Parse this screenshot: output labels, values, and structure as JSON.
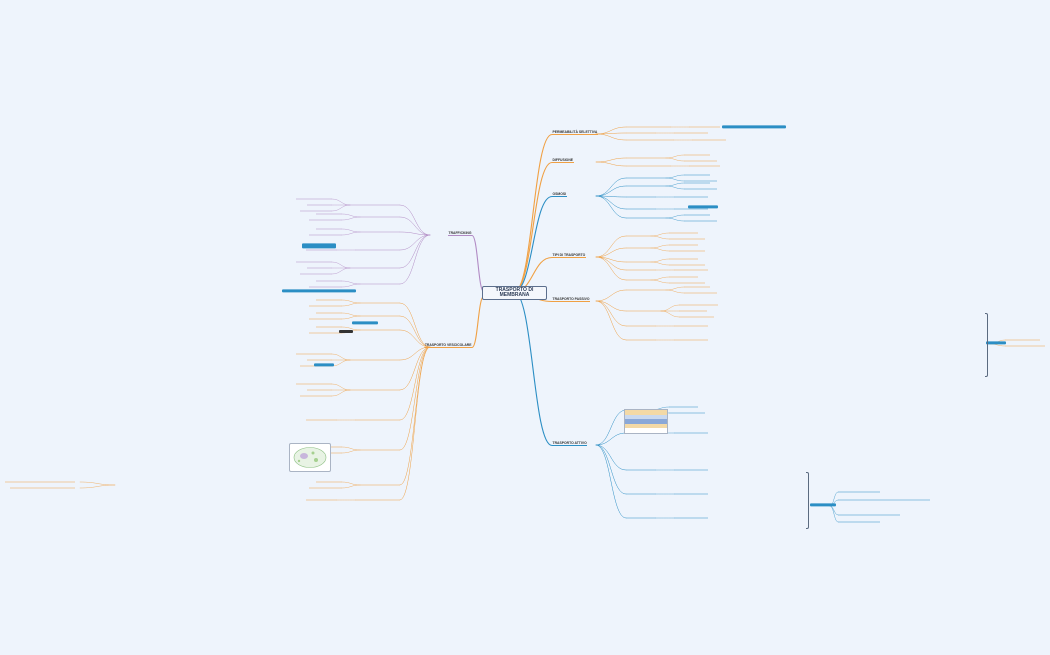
{
  "root": {
    "title": "TRASPORTO DI\nMEMBRANA"
  },
  "colors": {
    "orange": "#f0a043",
    "blue": "#2b8ec4",
    "purple": "#b18ac4",
    "badge_blue": "#2b8ec4",
    "root_border": "#5c6f8d",
    "background": "#eef4fc"
  },
  "branches": {
    "permeabilita": {
      "title": "PERMEABILITÀ SELETTIVA"
    },
    "diffusione": {
      "title": "DIFFUSIONE"
    },
    "osmosi": {
      "title": "OSMOSI"
    },
    "tipi_trasporto": {
      "title": "TIPI DI TRASPORTO"
    },
    "passivo": {
      "title": "TRASPORTO PASSIVO"
    },
    "attivo": {
      "title": "TRASPORTO ATTIVO"
    },
    "trafficking": {
      "title": "TRAFFICKING"
    },
    "vescicolare": {
      "title": "TRASPORTO VESCICOLARE"
    }
  },
  "badges": {
    "b1": "",
    "b2": "",
    "b3": "",
    "b4": "",
    "b5": "",
    "b6": "",
    "b7": ""
  }
}
